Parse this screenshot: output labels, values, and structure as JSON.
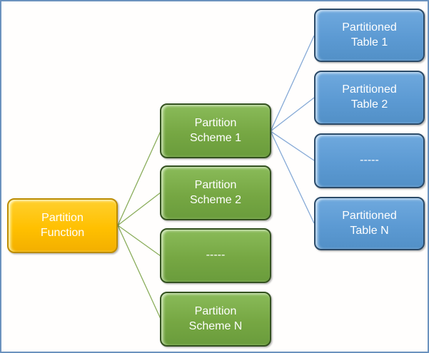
{
  "canvas": {
    "background_color": "#FFFFFF",
    "border_color": "#6B92BE"
  },
  "colors": {
    "function_fill": "#FFC000",
    "function_outline": "#BC8C00",
    "scheme_fill": "#76A743",
    "scheme_outline": "#33511F",
    "table_fill": "#5C9AD3",
    "table_outline": "#2B4A68",
    "scheme_connector_line": "#8AAD5B",
    "table_connector_line": "#85A9D6",
    "label_text": "#FFFFFF"
  },
  "nodes": {
    "partition_function": {
      "label": "Partition\nFunction"
    },
    "partition_scheme_1": {
      "label": "Partition\nScheme 1"
    },
    "partition_scheme_2": {
      "label": "Partition\nScheme 2"
    },
    "partition_scheme_ellipsis": {
      "label": "-----"
    },
    "partition_scheme_n": {
      "label": "Partition\nScheme N"
    },
    "partitioned_table_1": {
      "label": "Partitioned\nTable 1"
    },
    "partitioned_table_2": {
      "label": "Partitioned\nTable 2"
    },
    "partitioned_table_ellipsis": {
      "label": "-----"
    },
    "partitioned_table_n": {
      "label": "Partitioned\nTable N"
    }
  }
}
